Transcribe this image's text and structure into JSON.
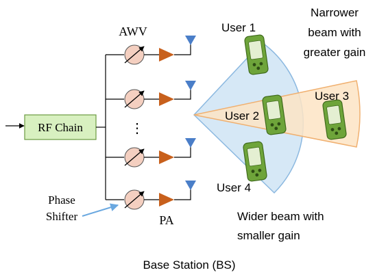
{
  "labels": {
    "awv": "AWV",
    "rf_chain": "RF Chain",
    "dots": "⋮",
    "phase_shifter_line1": "Phase",
    "phase_shifter_line2": "Shifter",
    "pa": "PA",
    "user1": "User 1",
    "user2": "User 2",
    "user3": "User 3",
    "user4": "User 4",
    "narrow_line1": "Narrower",
    "narrow_line2": "beam with",
    "narrow_line3": "greater gain",
    "wide_line1": "Wider beam with",
    "wide_line2": "smaller gain",
    "caption": "Base Station (BS)"
  },
  "colors": {
    "rf_chain_fill": "#d8f0c0",
    "rf_chain_stroke": "#6a9a40",
    "phase_shifter_fill": "#f4cfc0",
    "amplifier_fill": "#c8601c",
    "antenna_fill": "#4a7ec8",
    "wide_beam_fill": "#d6e8f6",
    "wide_beam_stroke": "#8bb8e0",
    "narrow_beam_fill": "#fde4c4",
    "narrow_beam_stroke": "#f0b070",
    "phone_body": "#6ea43a",
    "phone_screen": "#e4efd2",
    "arrow_blue": "#6aa8e0"
  },
  "icons": [
    "phase-shifter-icon",
    "amplifier-icon",
    "antenna-icon",
    "mobile-phone-icon"
  ]
}
